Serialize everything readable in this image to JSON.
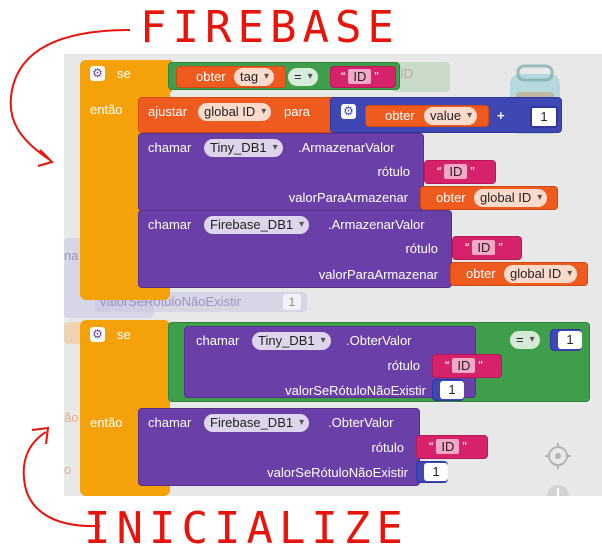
{
  "annotations": {
    "top_label": "FIREBASE",
    "bottom_label": "INICIALIZE"
  },
  "colors": {
    "control": "#f5a20a",
    "logic": "#3f9e4a",
    "component": "#6b3fa8",
    "variable": "#ef5b1e",
    "math": "#3e47b3",
    "text": "#d5226a",
    "annotation": "#e8140c"
  },
  "block1": {
    "if_label": "se",
    "then_label": "então",
    "condition": {
      "get_label": "obter",
      "var": "tag",
      "op": "=",
      "string": "ID"
    },
    "set": {
      "label": "ajustar",
      "var": "global ID",
      "to_label": "para",
      "get_label": "obter",
      "value_var": "value",
      "plus": "+",
      "number": "1"
    },
    "call1": {
      "call_label": "chamar",
      "component": "Tiny_DB1",
      "method": ".ArmazenarValor",
      "tag_label": "rótulo",
      "tag_value": "ID",
      "store_label": "valorParaArmazenar",
      "get_label": "obter",
      "store_var": "global ID"
    },
    "call2": {
      "call_label": "chamar",
      "component": "Firebase_DB1",
      "method": ".ArmazenarValor",
      "tag_label": "rótulo",
      "tag_value": "ID",
      "store_label": "valorParaArmazenar",
      "get_label": "obter",
      "store_var": "global ID"
    }
  },
  "background_fragments": {
    "ghost_default_label": "valorSeRótuloNãoExistir",
    "ghost_default_value": "1",
    "ghost_string": "ID",
    "ghost_side_1": "na",
    "ghost_side_2": "ão",
    "ghost_side_3": "o"
  },
  "block2": {
    "if_label": "se",
    "then_label": "então",
    "condition": {
      "call_label": "chamar",
      "component": "Tiny_DB1",
      "method": ".ObterValor",
      "tag_label": "rótulo",
      "tag_value": "ID",
      "default_label": "valorSeRótuloNãoExistir",
      "default_value": "1",
      "op": "=",
      "number": "1"
    },
    "call": {
      "call_label": "chamar",
      "component": "Firebase_DB1",
      "method": ".ObterValor",
      "tag_label": "rótulo",
      "tag_value": "ID",
      "default_label": "valorSeRótuloNãoExistir",
      "default_value": "1"
    }
  },
  "icons": [
    "gear-icon",
    "target-icon",
    "backpack-icon",
    "arrow-icon",
    "zoom-in-icon"
  ]
}
